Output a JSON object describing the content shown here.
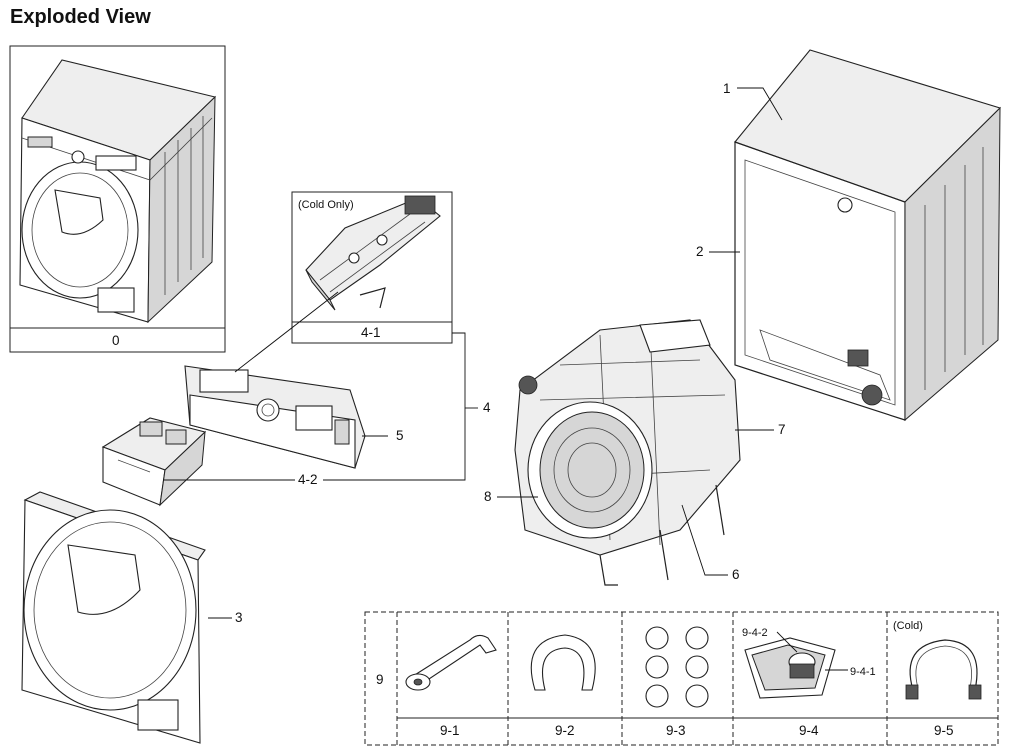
{
  "title": "Exploded View",
  "notes": {
    "cold_only": "(Cold Only)",
    "cold": "(Cold)"
  },
  "callouts": {
    "c0": "0",
    "c1": "1",
    "c2": "2",
    "c3": "3",
    "c4": "4",
    "c4_1": "4-1",
    "c4_2": "4-2",
    "c5": "5",
    "c6": "6",
    "c7": "7",
    "c8": "8",
    "c9": "9",
    "c9_1": "9-1",
    "c9_2": "9-2",
    "c9_3": "9-3",
    "c9_4": "9-4",
    "c9_4_1": "9-4-1",
    "c9_4_2": "9-4-2",
    "c9_5": "9-5"
  }
}
